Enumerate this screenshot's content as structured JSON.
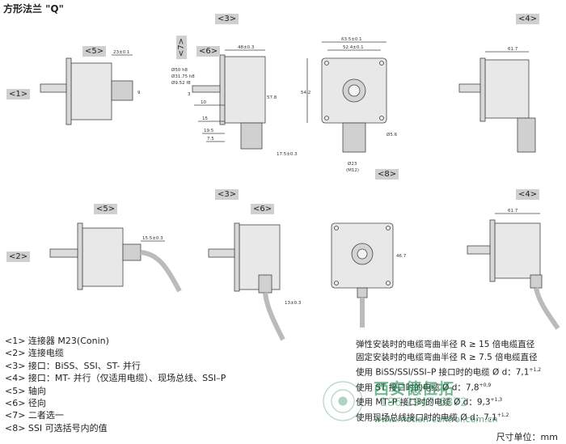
{
  "title": "方形法兰 \"Q\"",
  "tags": {
    "row1": "<1>",
    "row2": "<2>",
    "t5_top": "<5>",
    "t3_top": "<3>",
    "t6_top": "<6>",
    "t7": "<7>",
    "t4_top": "<4>",
    "t8": "<8>",
    "t5_bot": "<5>",
    "t3_bot": "<3>",
    "t6_bot": "<6>",
    "t4_bot": "<4>"
  },
  "dimensions": {
    "d_23": "23±0.1",
    "d_48": "48±0.3",
    "d_63": "63.5±0.1",
    "d_52": "52.4±0.1",
    "d_61": "61.7",
    "d_10": "10",
    "d_15": "15",
    "d_19": "19.5",
    "d_7": "7.5",
    "d_3": "3",
    "d_17": "17.5±0.3",
    "d_54": "54.2",
    "d_5_6": "Ø5.6",
    "d_23d": "Ø23",
    "d_m12": "(M12)",
    "d_15b": "15.5±0.3",
    "d_13": "13±0.3",
    "d_46": "46.7",
    "d_9": "9",
    "d_31": "Ø31.75 h8",
    "d_9_52": "Ø9.52 f8",
    "d_50": "Ø50 h8",
    "d_57": "57.8"
  },
  "legend": [
    "<1> 连接器 M23(Conin)",
    "<2> 连接电缆",
    "<3> 接口：BiSS、SSI、ST- 并行",
    "<4> 接口：MT- 并行（仅适用电缆）、现场总线、SSI–P",
    "<5> 轴向",
    "<6> 径向",
    "<7> 二者选一",
    "<8> SSI 可选括号内的值"
  ],
  "notes": [
    "弹性安装时的电缆弯曲半径 R ≥ 15 倍电缆直径",
    "固定安装时的电缆弯曲半径 R ≥ 7.5 倍电缆直径",
    "使用 BiSS/SSI/SSI–P 接口时的电缆 Ø d：7,1",
    "使用 ST 接口时的电缆 Ø d：7,8",
    "使用 MT–P 接口时的电缆 Ø d：9,3",
    "使用现场总线接口时的电缆 Ø d：7,1"
  ],
  "note_sups": [
    "+1,2",
    "+0,9",
    "+1,3",
    "+1,2"
  ],
  "unit": "尺寸单位：mm",
  "watermark": {
    "name": "西安德伍拓",
    "phone": "186-2947-6872",
    "url": "www.motion-control.com.cn"
  }
}
